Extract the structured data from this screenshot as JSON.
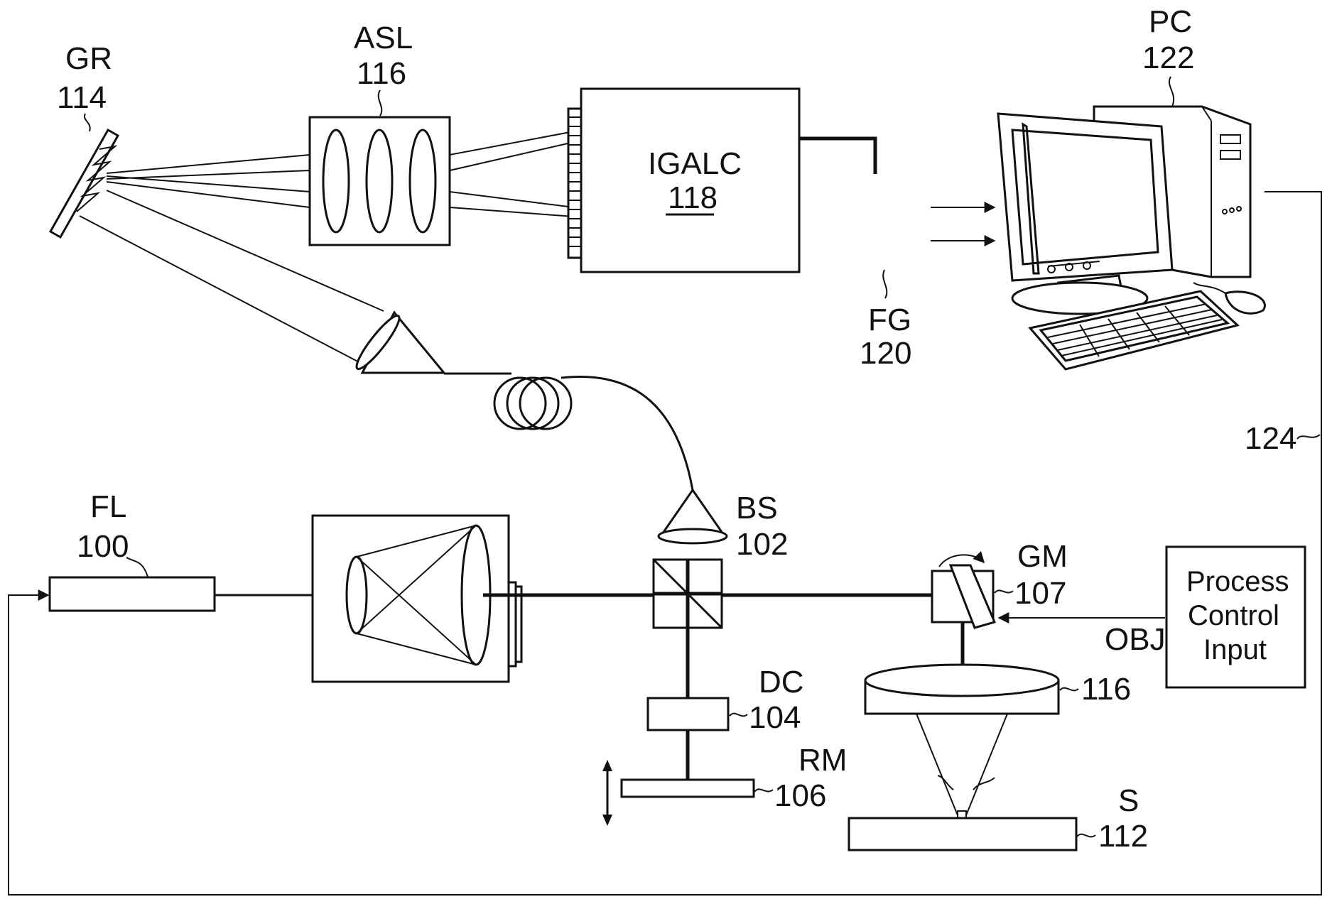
{
  "components": {
    "gr": {
      "name": "GR",
      "ref": "114"
    },
    "asl": {
      "name": "ASL",
      "ref": "116"
    },
    "igalc": {
      "name": "IGALC",
      "ref": "118"
    },
    "pc": {
      "name": "PC",
      "ref": "122"
    },
    "fg": {
      "name": "FG",
      "ref": "120"
    },
    "link": {
      "ref": "124"
    },
    "fl": {
      "name": "FL",
      "ref": "100"
    },
    "bs": {
      "name": "BS",
      "ref": "102"
    },
    "gm": {
      "name": "GM",
      "ref": "107"
    },
    "pci": {
      "line1": "Process",
      "line2": "Control",
      "line3": "Input"
    },
    "dc": {
      "name": "DC",
      "ref": "104"
    },
    "obj": {
      "name": "OBJ",
      "ref": "116"
    },
    "rm": {
      "name": "RM",
      "ref": "106"
    },
    "s": {
      "name": "S",
      "ref": "112"
    }
  },
  "colors": {
    "line": "#111111",
    "background": "#ffffff"
  },
  "icons": [
    "grating-icon",
    "lens-array-icon",
    "camera-icon",
    "computer-icon",
    "fiber-coil-icon",
    "collimator-icon",
    "beam-splitter-icon",
    "galvo-mirror-icon",
    "objective-lens-icon",
    "mirror-icon",
    "arrow-icon"
  ]
}
